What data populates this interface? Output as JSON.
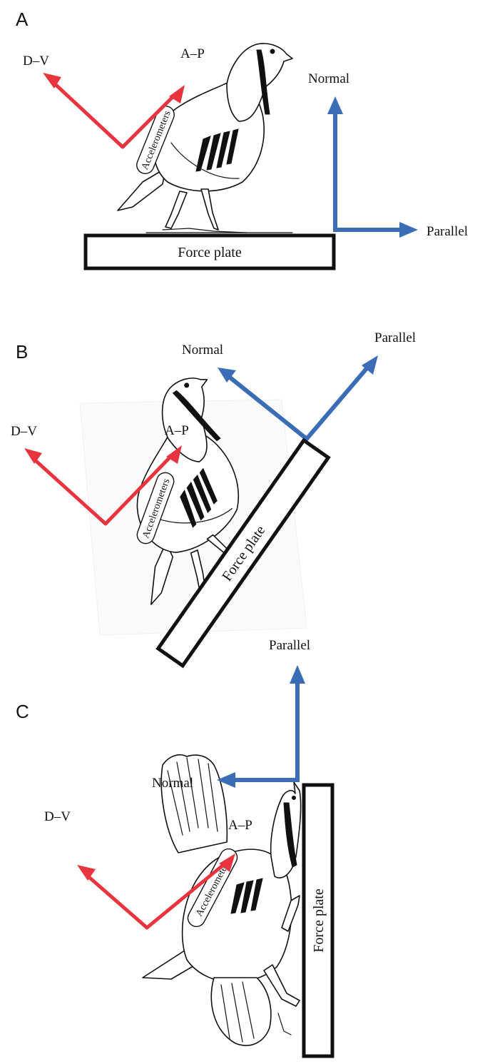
{
  "panels": [
    {
      "letter": "A",
      "bird_axes": {
        "dv": "D–V",
        "ap": "A–P"
      },
      "plate_axes": {
        "normal": "Normal",
        "parallel": "Parallel"
      },
      "plate_label": "Force plate",
      "sensor_label": "Accelerometers"
    },
    {
      "letter": "B",
      "bird_axes": {
        "dv": "D–V",
        "ap": "A–P"
      },
      "plate_axes": {
        "normal": "Normal",
        "parallel": "Parallel"
      },
      "plate_label": "Force plate",
      "sensor_label": "Accelerometers"
    },
    {
      "letter": "C",
      "bird_axes": {
        "dv": "D–V",
        "ap": "A–P"
      },
      "plate_axes": {
        "normal": "Normal",
        "parallel": "Parallel"
      },
      "plate_label": "Force plate",
      "sensor_label": "Accelerometers"
    }
  ],
  "colors": {
    "bird_axes": "#e8343f",
    "plate_axes": "#3a6db5",
    "plate_outline": "#111111"
  },
  "icons": {
    "bird": "chukar-partridge-line-drawing"
  }
}
